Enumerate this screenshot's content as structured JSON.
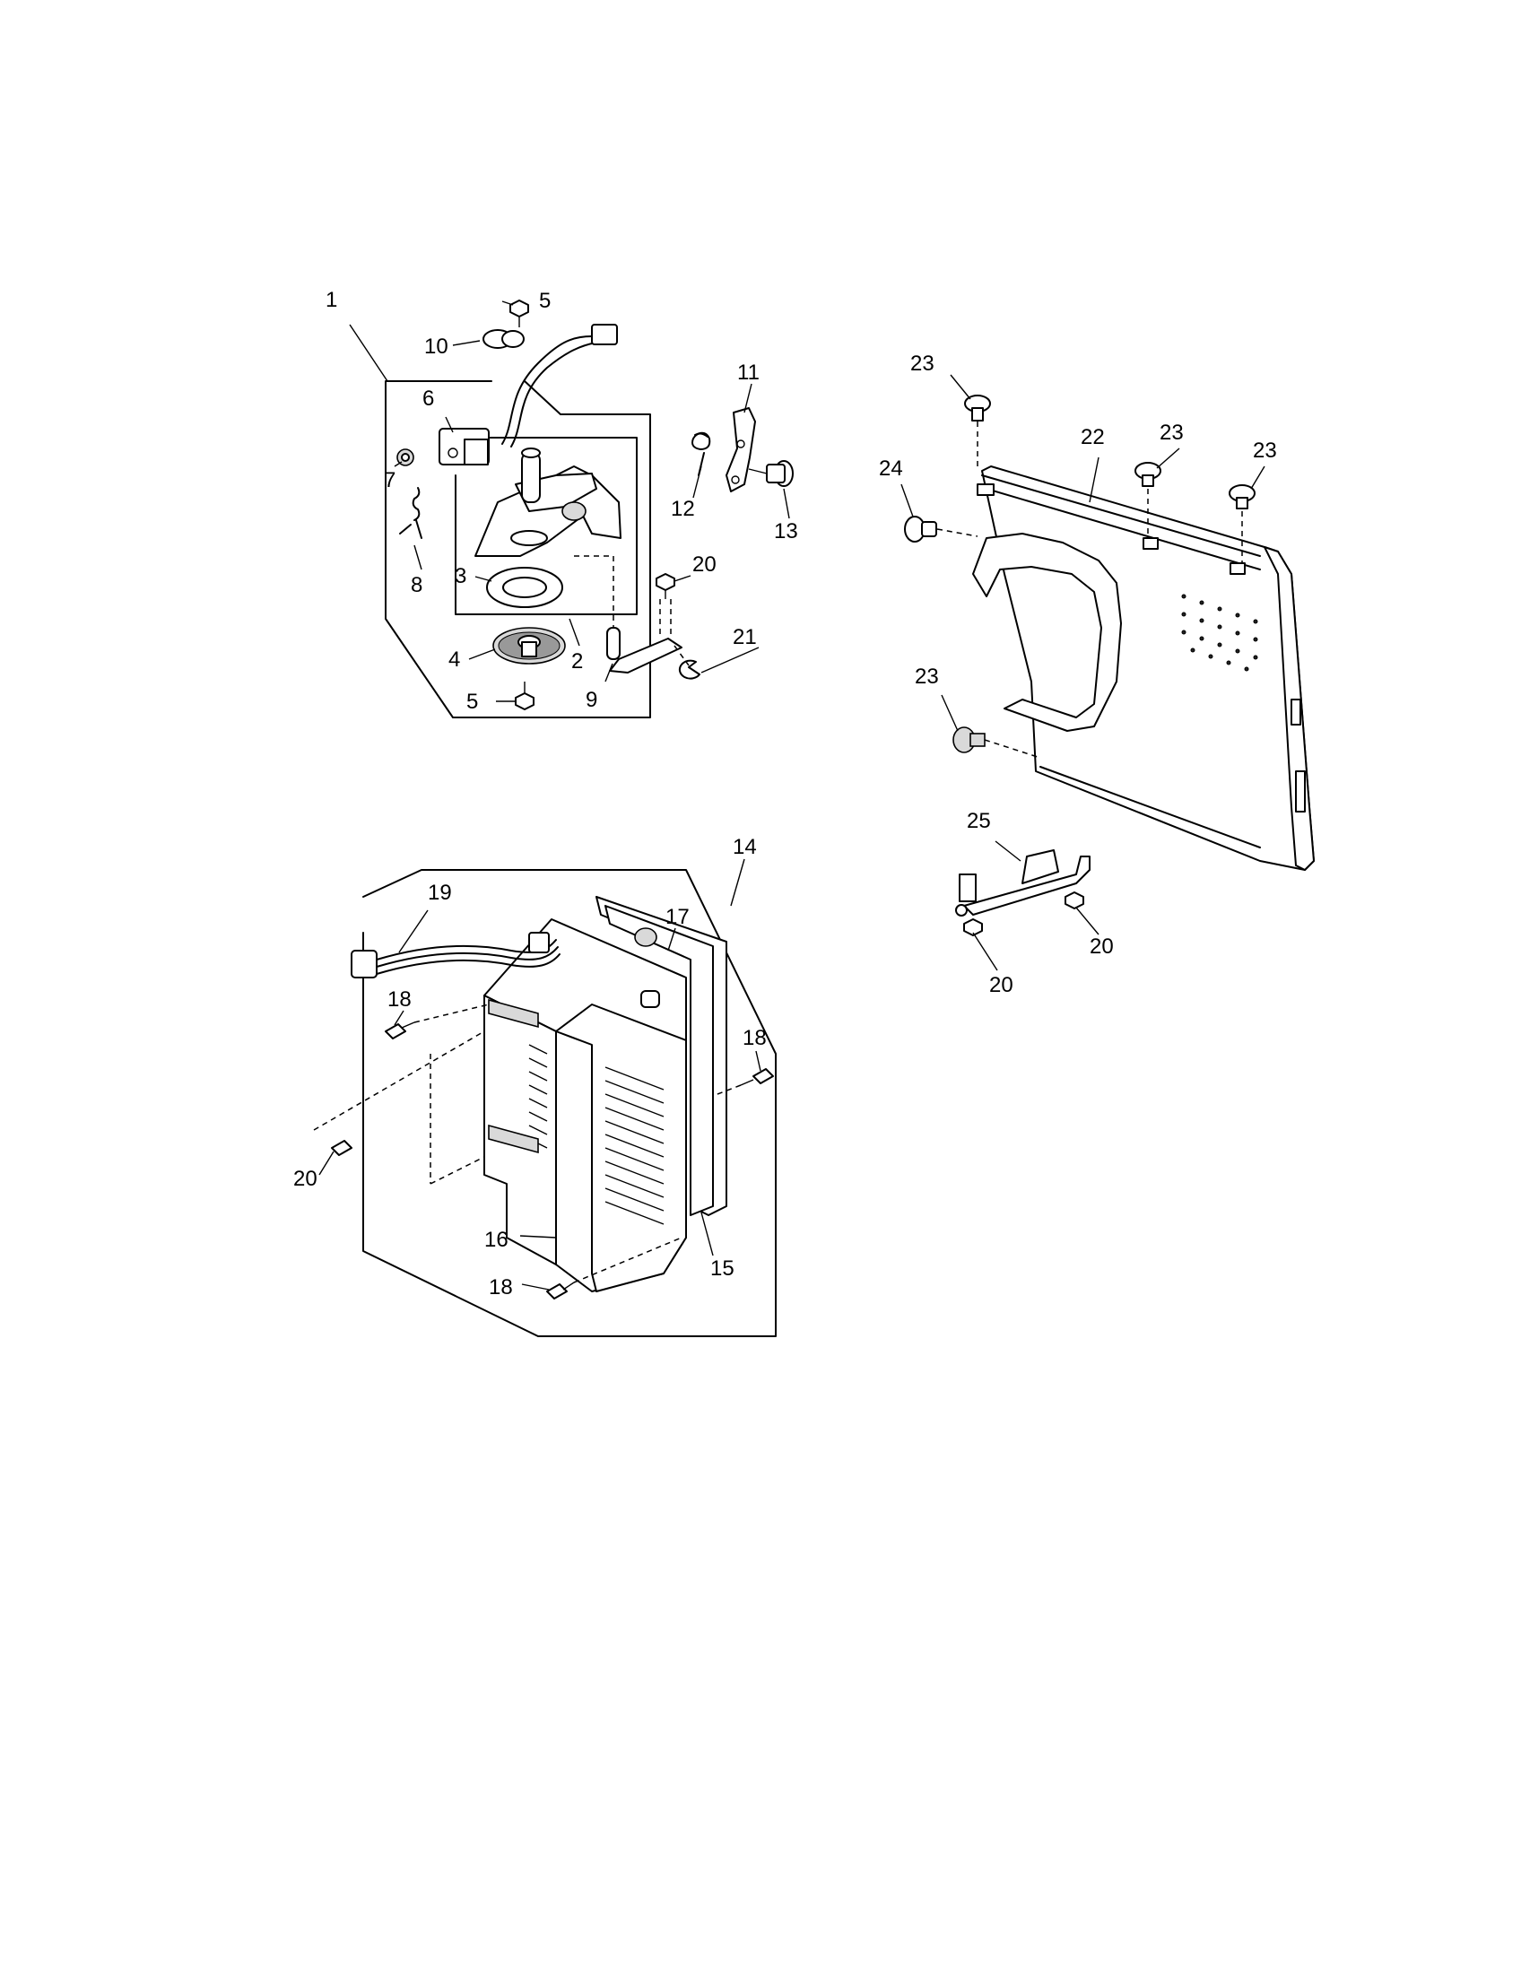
{
  "part_labels": {
    "p1": "1",
    "p2": "2",
    "p3": "3",
    "p4": "4",
    "p5a": "5",
    "p5b": "5",
    "p6": "6",
    "p7": "7",
    "p8": "8",
    "p9": "9",
    "p10": "10",
    "p11": "11",
    "p12": "12",
    "p13": "13",
    "p14": "14",
    "p15": "15",
    "p16": "16",
    "p17": "17",
    "p18a": "18",
    "p18b": "18",
    "p18c": "18",
    "p19": "19",
    "p20a": "20",
    "p20b": "20",
    "p20c": "20",
    "p20d": "20",
    "p21": "21",
    "p22": "22",
    "p23a": "23",
    "p23b": "23",
    "p23c": "23",
    "p23d": "23",
    "p24": "24",
    "p25": "25"
  }
}
